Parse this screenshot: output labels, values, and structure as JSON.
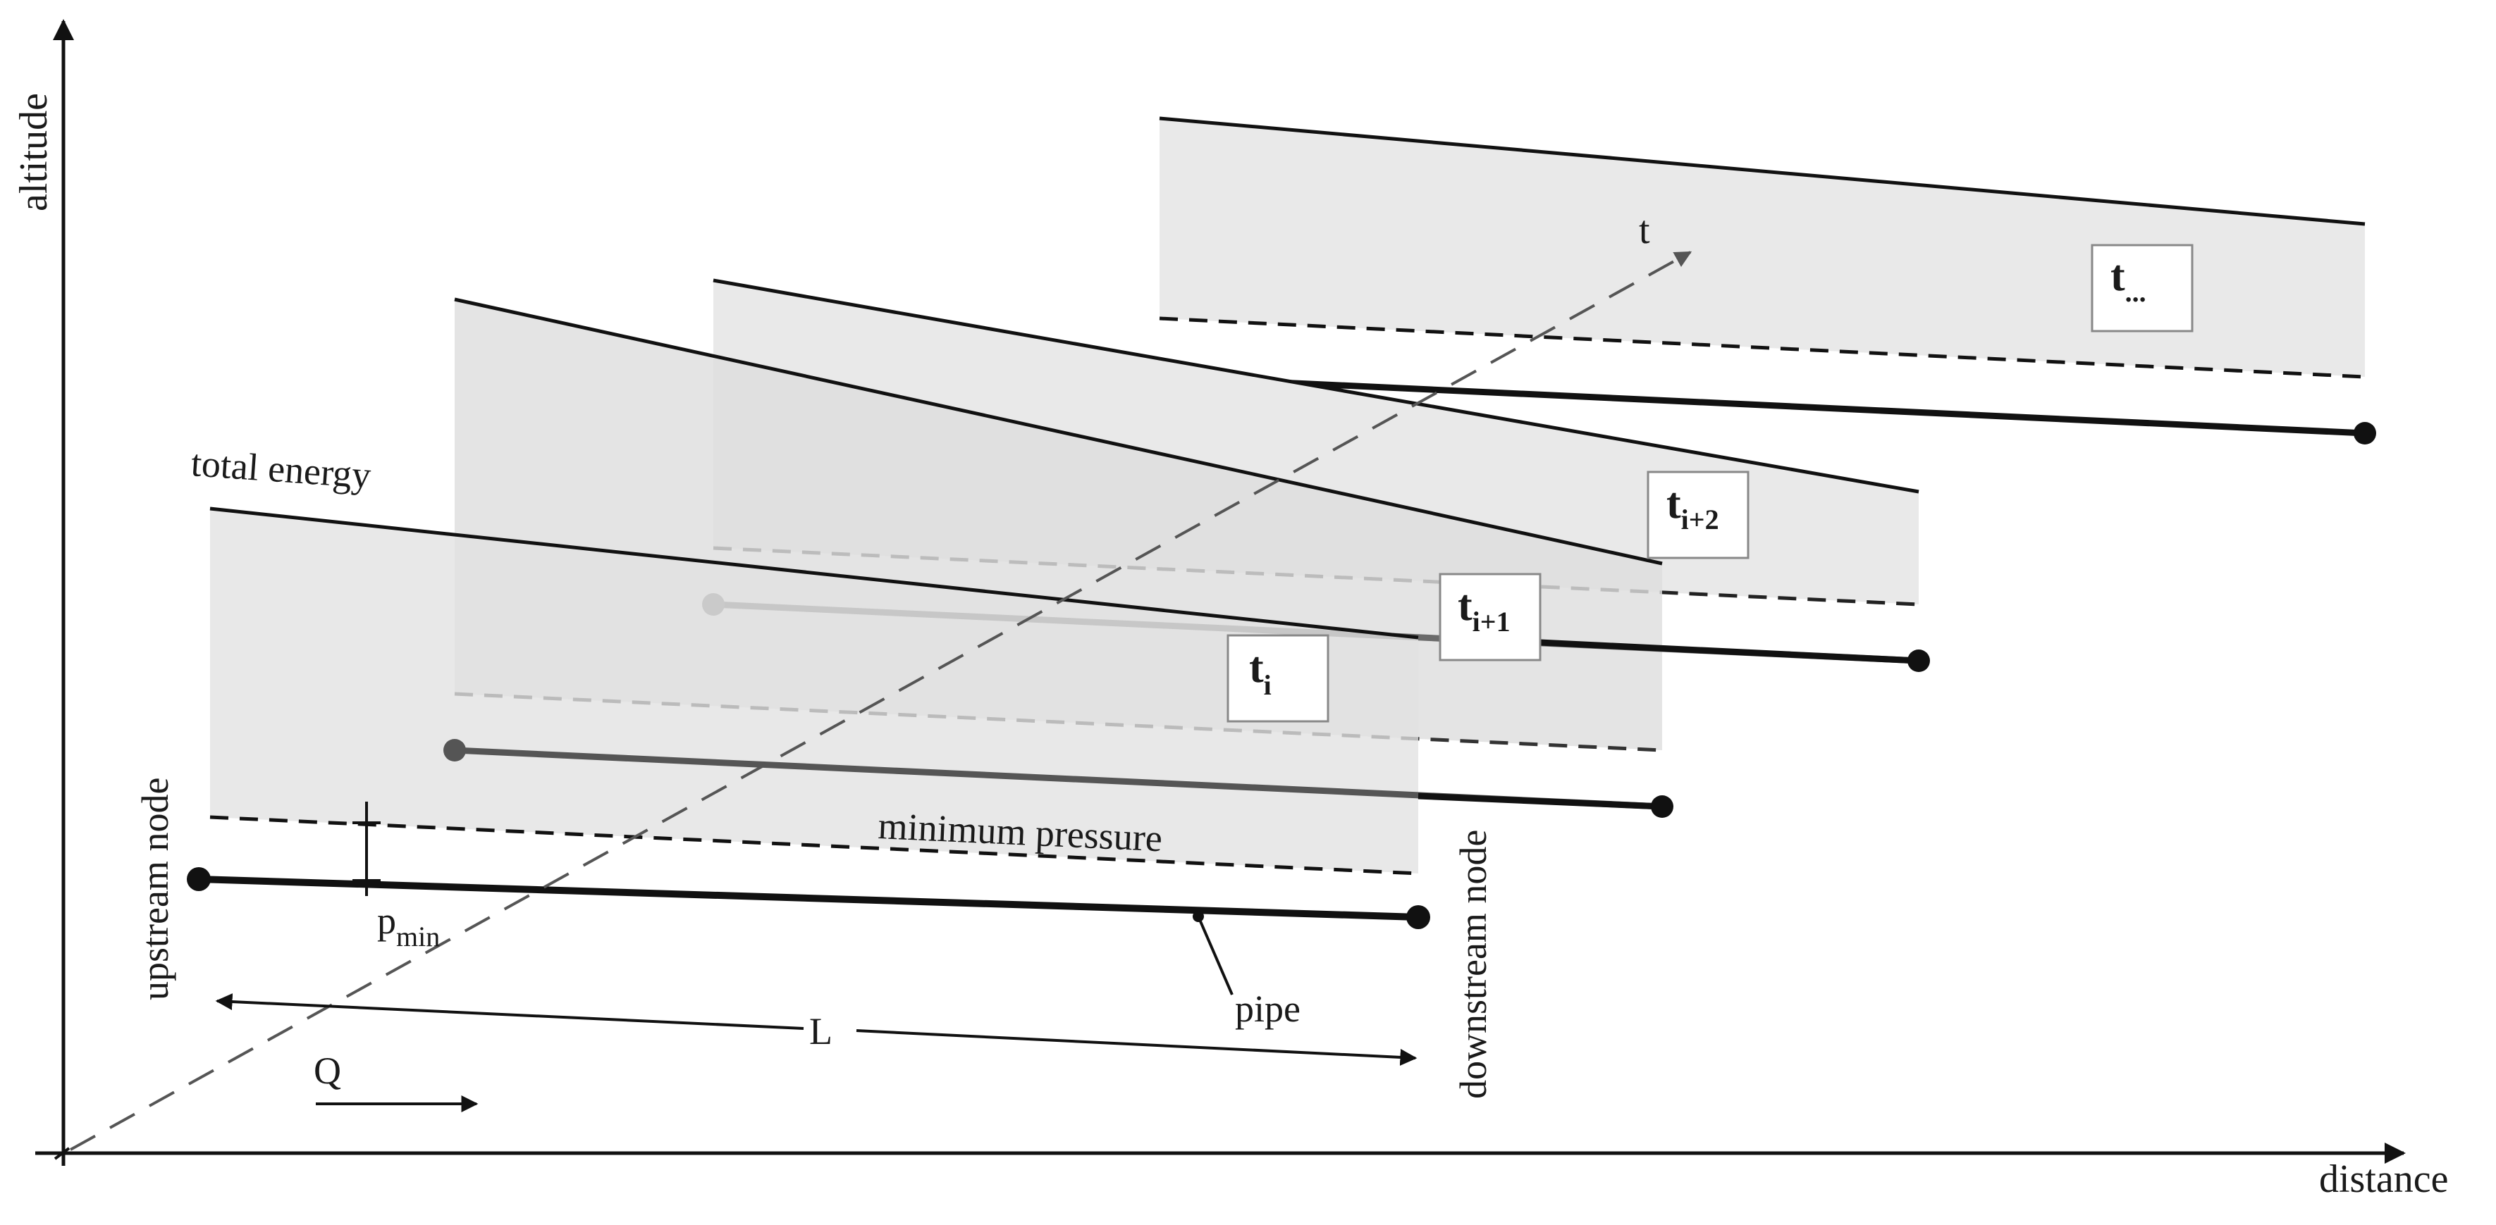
{
  "axes": {
    "y_label": "altitude",
    "x_label": "distance",
    "t_label": "t"
  },
  "labels": {
    "total_energy": "total energy",
    "minimum_pressure": "minimum pressure",
    "upstream_node": "upstream node",
    "downstream_node": "downstream node",
    "pipe": "pipe",
    "length": "L",
    "flow": "Q",
    "pmin_base": "p",
    "pmin_sub": "min"
  },
  "time_steps": [
    {
      "base": "t",
      "sub": "i"
    },
    {
      "base": "t",
      "sub": "i+1"
    },
    {
      "base": "t",
      "sub": "i+2"
    },
    {
      "base": "t",
      "sub": "..."
    }
  ]
}
